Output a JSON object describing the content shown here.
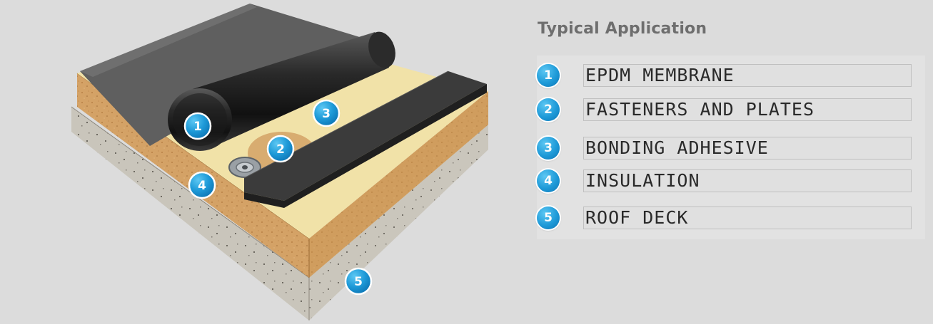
{
  "title": "Typical Application",
  "colors": {
    "badge": "#1e9ad8",
    "membrane": "#3a3a3a",
    "adhesive": "#f1e2a8",
    "insulation": "#d4a266",
    "deck": "#bdb8ad"
  },
  "legend": [
    {
      "number": "1",
      "label": "EPDM MEMBRANE"
    },
    {
      "number": "2",
      "label": "FASTENERS AND PLATES"
    },
    {
      "number": "3",
      "label": "BONDING ADHESIVE"
    },
    {
      "number": "4",
      "label": "INSULATION"
    },
    {
      "number": "5",
      "label": "ROOF DECK"
    }
  ],
  "callouts": [
    "1",
    "2",
    "3",
    "4",
    "5"
  ]
}
